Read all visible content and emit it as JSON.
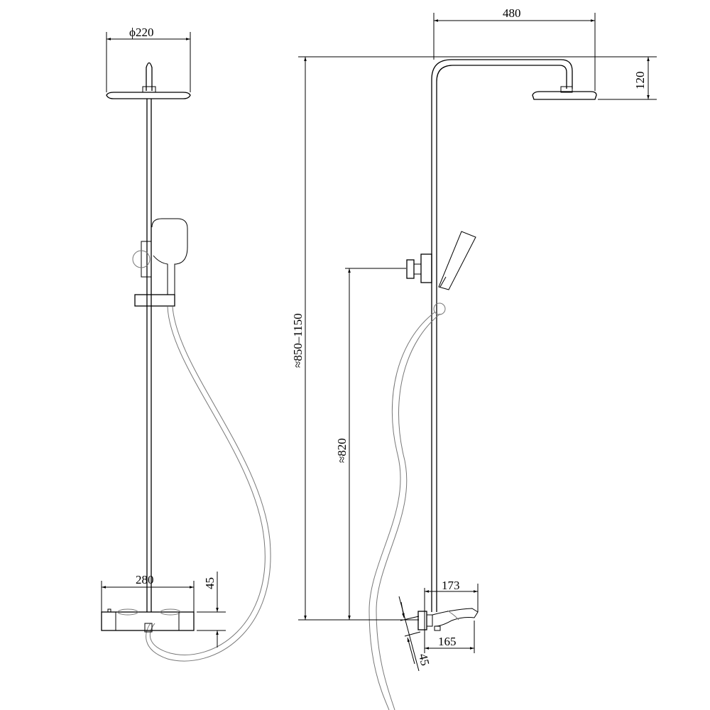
{
  "drawing": {
    "front_view": {
      "head_diameter": "ϕ220",
      "mixer_width": "280",
      "mixer_height": "45"
    },
    "side_view": {
      "arm_reach": "480",
      "arm_drop": "120",
      "total_height": "≈850–1150",
      "bracket_height": "≈820",
      "spout_reach": "173",
      "spout_base": "165",
      "spout_height": "45"
    },
    "colors": {
      "line": "#000000",
      "background": "#ffffff"
    }
  }
}
